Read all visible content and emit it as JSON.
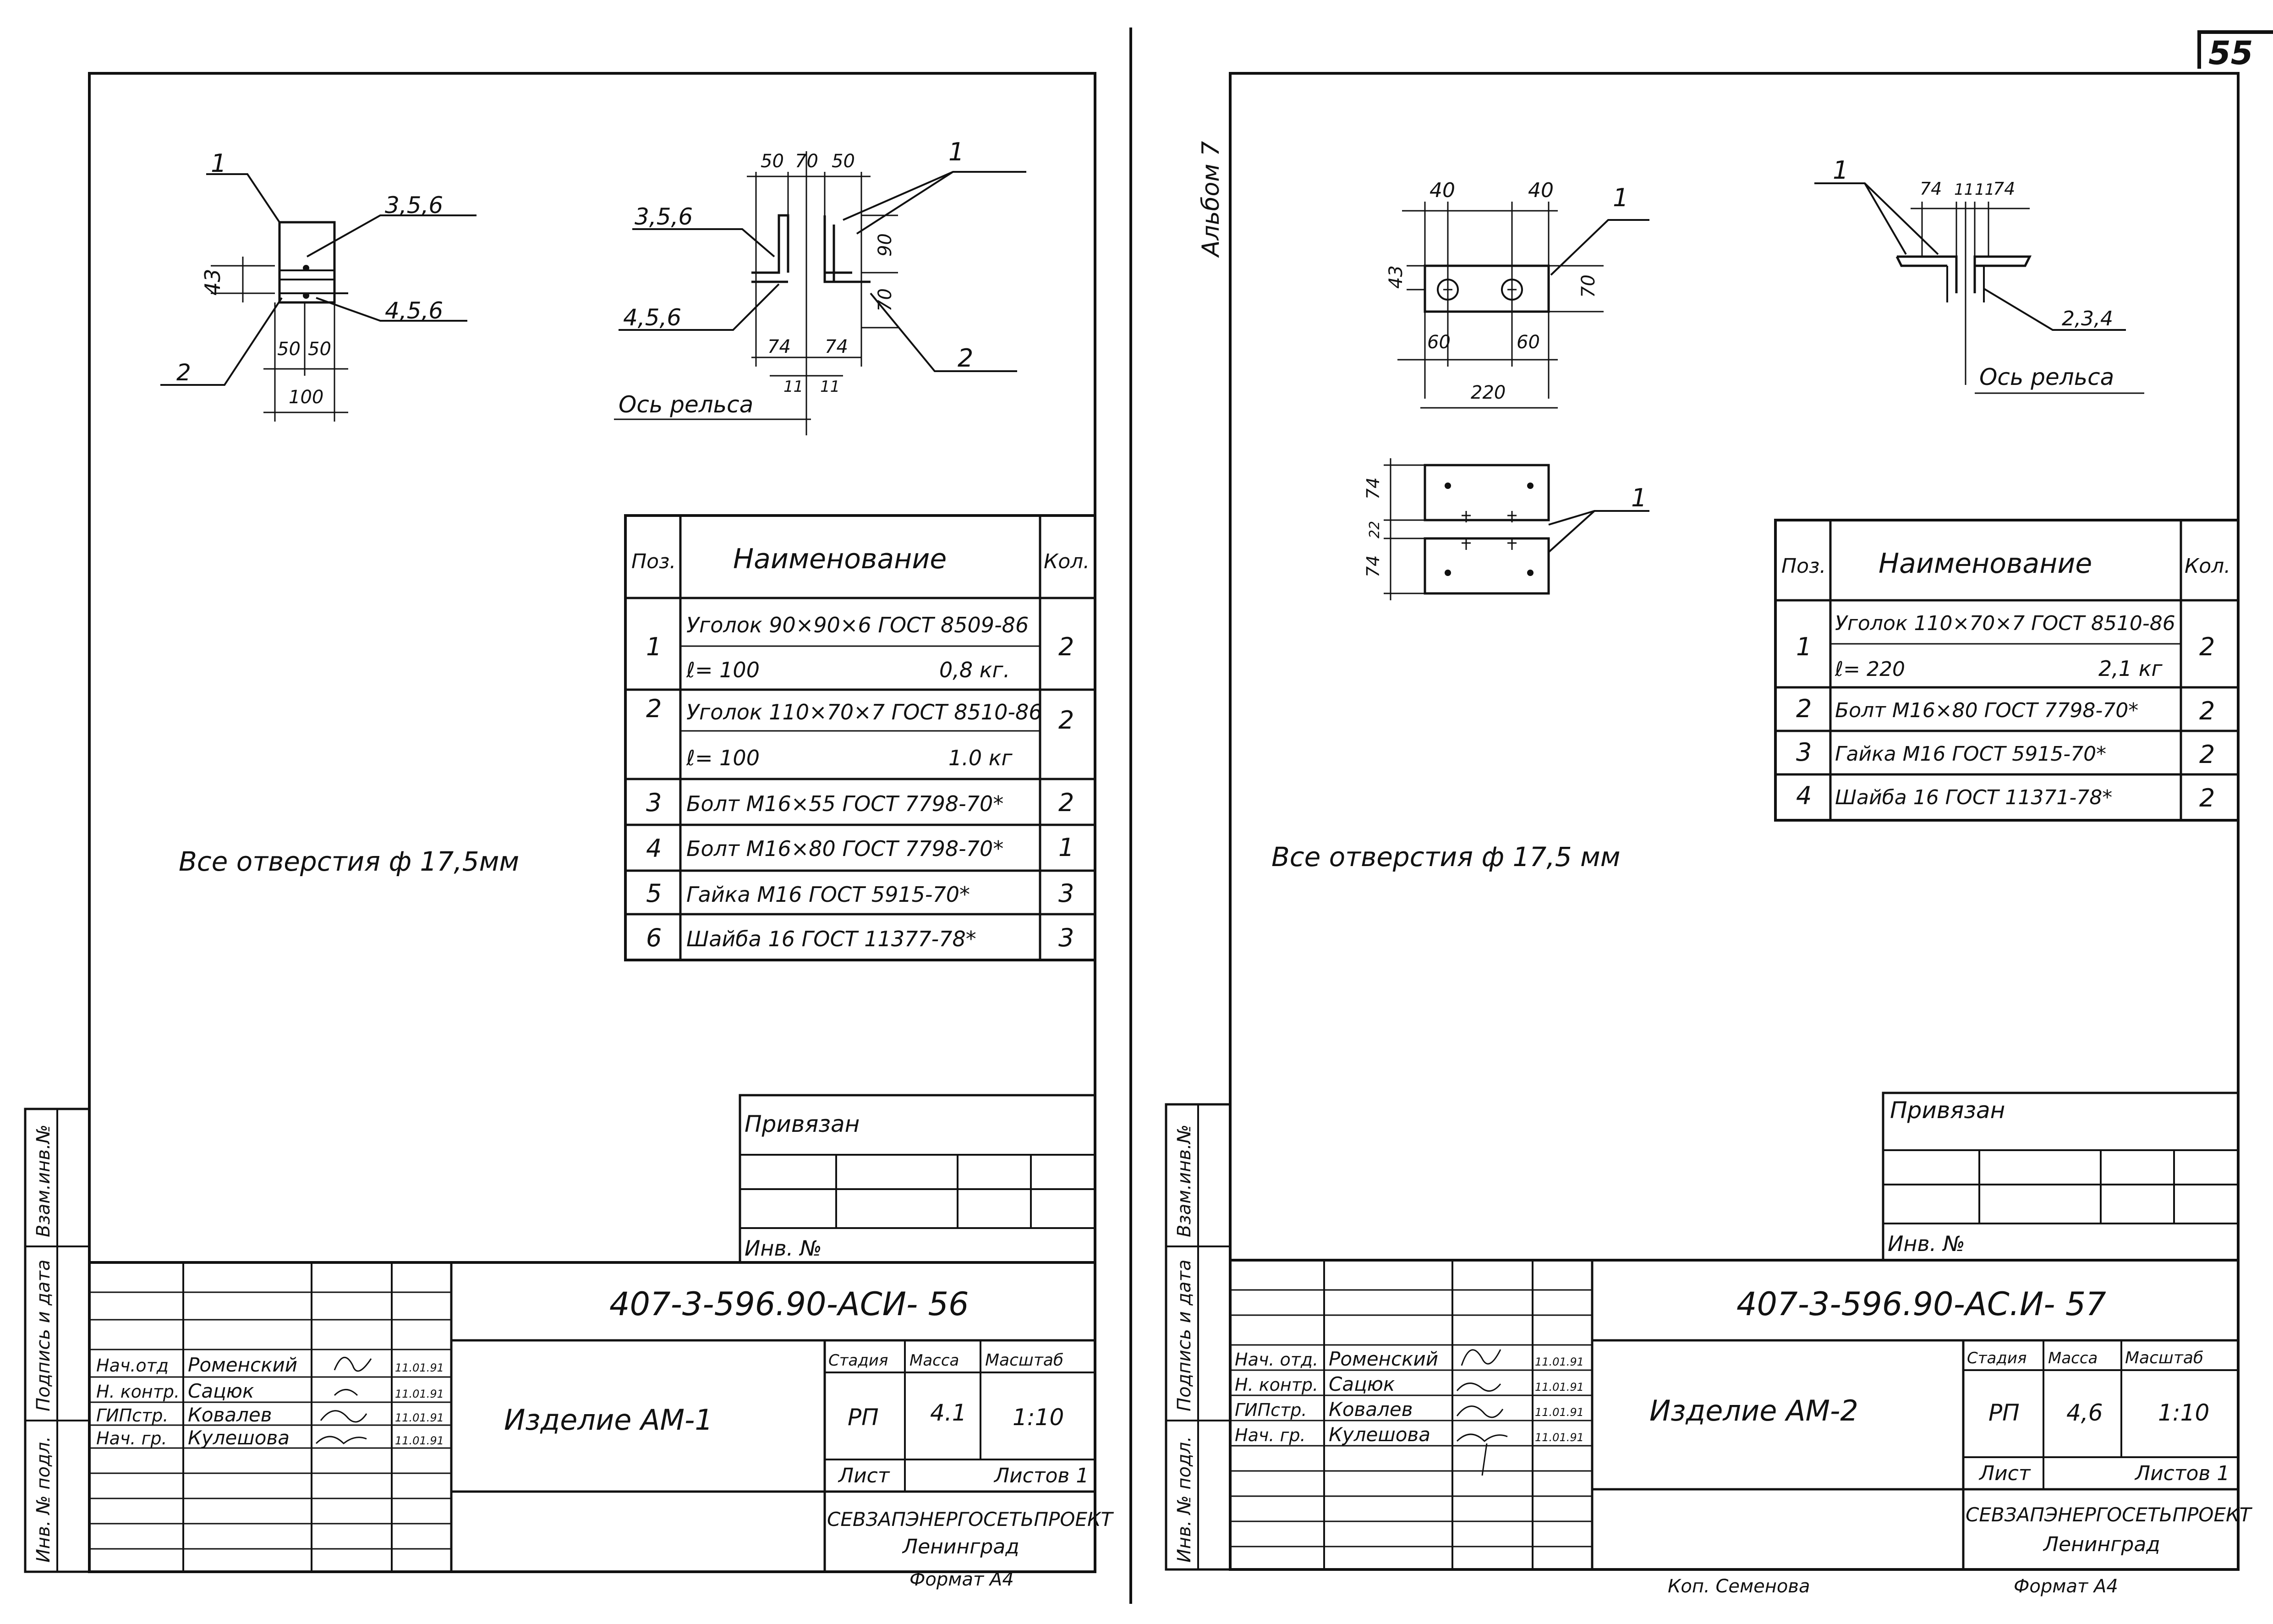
{
  "page_number": "55",
  "album_label": "Альбом 7",
  "copied_by": "Коп. Семенова",
  "left": {
    "dims_top": [
      "1",
      "3,5,6",
      "43",
      "4,5,6",
      "2",
      "50",
      "50",
      "100"
    ],
    "dims_side": [
      "50",
      "70",
      "50",
      "1",
      "3,5,6",
      "90",
      "70",
      "4,5,6",
      "74",
      "74",
      "11",
      "11",
      "2"
    ],
    "rail_axis": "Ось рельса",
    "holes_note": "Все отверстия ф 17,5мм",
    "table": {
      "headers": [
        "Поз.",
        "Наименование",
        "Кол."
      ],
      "rows": [
        {
          "pos": "1",
          "name": "Уголок 90×90×6 ГОСТ 8509-86",
          "qty": "2"
        },
        {
          "pos": "",
          "name": "ℓ= 100",
          "extra": "0,8 кг.",
          "qty": ""
        },
        {
          "pos": "2",
          "name": "Уголок 110×70×7 ГОСТ 8510-86",
          "qty": "2"
        },
        {
          "pos": "",
          "name": "ℓ= 100",
          "extra": "1.0 кг",
          "qty": ""
        },
        {
          "pos": "3",
          "name": "Болт М16×55 ГОСТ 7798-70*",
          "qty": "2"
        },
        {
          "pos": "4",
          "name": "Болт М16×80 ГОСТ 7798-70*",
          "qty": "1"
        },
        {
          "pos": "5",
          "name": "Гайка М16 ГОСТ 5915-70*",
          "qty": "3"
        },
        {
          "pos": "6",
          "name": "Шайба 16 ГОСТ 11377-78*",
          "qty": "3"
        }
      ]
    },
    "privyazan": "Привязан",
    "inv_no": "Инв. №",
    "side_strip": [
      "Взам.инв.№",
      "Подпись и дата",
      "Инв. № подл."
    ],
    "title": {
      "code": "407-3-596.90-АСИ- 56",
      "staff": [
        {
          "role": "Нач.отд",
          "name": "Роменский",
          "date": "11.01.91"
        },
        {
          "role": "Н. контр.",
          "name": "Сацюк",
          "date": "11.01.91"
        },
        {
          "role": "ГИПстр.",
          "name": "Ковалев",
          "date": "11.01.91"
        },
        {
          "role": "Нач. гр.",
          "name": "Кулешова",
          "date": "11.01.91"
        }
      ],
      "item": "Изделие АМ-1",
      "stage_label": "Стадия",
      "mass_label": "Масса",
      "scale_label": "Масштаб",
      "stage": "РП",
      "mass": "4.1",
      "scale": "1:10",
      "sheet_label": "Лист",
      "sheets_label": "Листов 1",
      "org": "СЕВЗАПЭНЕРГОСЕТЬПРОЕКТ",
      "city": "Ленинград",
      "format": "Формат А4"
    }
  },
  "right": {
    "dims_top": [
      "40",
      "40",
      "1",
      "43",
      "70",
      "60",
      "60",
      "220"
    ],
    "dims_bottom": [
      "74",
      "22",
      "74",
      "1"
    ],
    "dims_side": [
      "1",
      "74",
      "11",
      "11",
      "74",
      "2,3,4"
    ],
    "rail_axis": "Ось рельса",
    "holes_note": "Все отверстия ф 17,5 мм",
    "table": {
      "headers": [
        "Поз.",
        "Наименование",
        "Кол."
      ],
      "rows": [
        {
          "pos": "1",
          "name": "Уголок 110×70×7 ГОСТ 8510-86",
          "qty": "2"
        },
        {
          "pos": "",
          "name": "ℓ= 220",
          "extra": "2,1 кг",
          "qty": ""
        },
        {
          "pos": "2",
          "name": "Болт М16×80 ГОСТ 7798-70*",
          "qty": "2"
        },
        {
          "pos": "3",
          "name": "Гайка М16 ГОСТ 5915-70*",
          "qty": "2"
        },
        {
          "pos": "4",
          "name": "Шайба 16 ГОСТ 11371-78*",
          "qty": "2"
        }
      ]
    },
    "privyazan": "Привязан",
    "inv_no": "Инв. №",
    "side_strip": [
      "Взам.инв.№",
      "Подпись и дата",
      "Инв. № подл."
    ],
    "title": {
      "code": "407-3-596.90-АС.И- 57",
      "staff": [
        {
          "role": "Нач. отд.",
          "name": "Роменский",
          "date": "11.01.91"
        },
        {
          "role": "Н. контр.",
          "name": "Сацюк",
          "date": "11.01.91"
        },
        {
          "role": "ГИПстр.",
          "name": "Ковалев",
          "date": "11.01.91"
        },
        {
          "role": "Нач. гр.",
          "name": "Кулешова",
          "date": "11.01.91"
        }
      ],
      "item": "Изделие АМ-2",
      "stage_label": "Стадия",
      "mass_label": "Масса",
      "scale_label": "Масштаб",
      "stage": "РП",
      "mass": "4,6",
      "scale": "1:10",
      "sheet_label": "Лист",
      "sheets_label": "Листов 1",
      "org": "СЕВЗАПЭНЕРГОСЕТЬПРОЕКТ",
      "city": "Ленинград",
      "format": "Формат А4"
    }
  }
}
